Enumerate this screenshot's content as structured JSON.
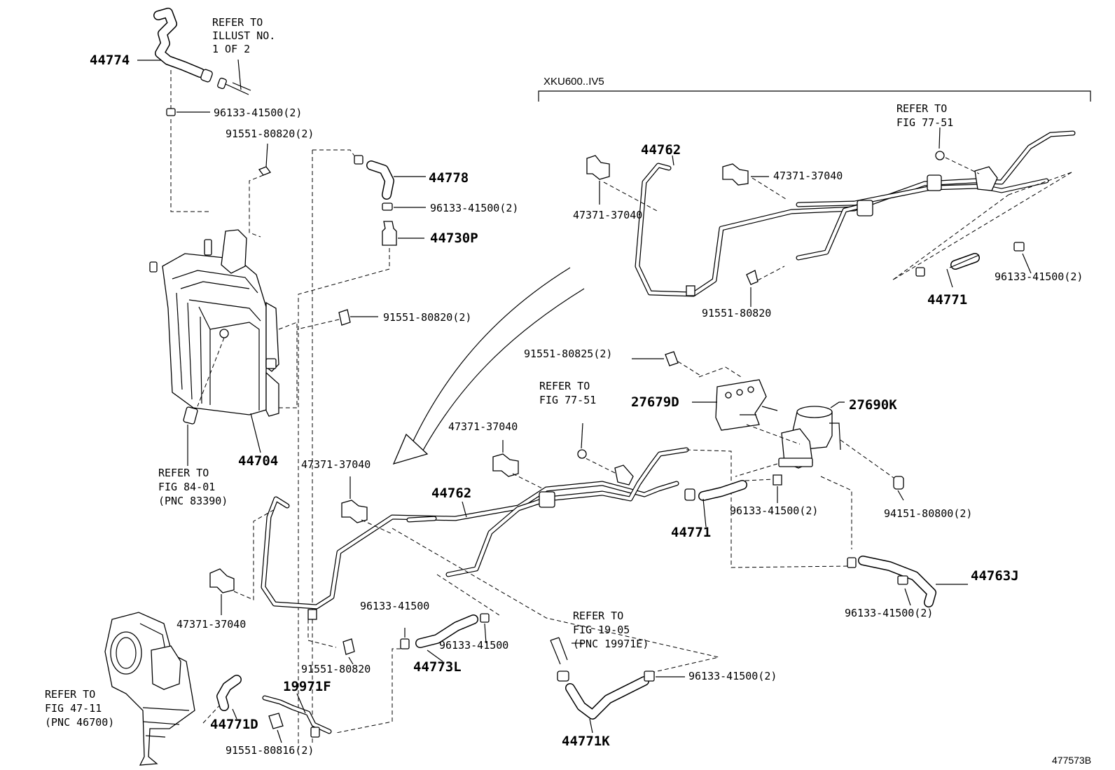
{
  "variant_header": "XKU600..IV5",
  "figure_number": "477573B",
  "part_labels": {
    "p44774": "44774",
    "p96133_41500_2_a": "96133-41500(2)",
    "p91551_80820_2_a": "91551-80820(2)",
    "p44778": "44778",
    "p96133_41500_2_b": "96133-41500(2)",
    "p44730P": "44730P",
    "p91551_80820_2_b": "91551-80820(2)",
    "p44704": "44704",
    "p44762_top": "44762",
    "p47371_37040_tl": "47371-37040",
    "p47371_37040_tr": "47371-37040",
    "p91551_80820_top": "91551-80820",
    "p44771_top": "44771",
    "p96133_41500_2_c": "96133-41500(2)",
    "p91551_80825_2": "91551-80825(2)",
    "p27679D": "27679D",
    "p27690K": "27690K",
    "p47371_37040_m1": "47371-37040",
    "p47371_37040_m2": "47371-37040",
    "p44762_mid": "44762",
    "p44771_mid": "44771",
    "p96133_41500_2_d": "96133-41500(2)",
    "p94151_80800_2": "94151-80800(2)",
    "p44763J": "44763J",
    "p96133_41500_2_e": "96133-41500(2)",
    "p47371_37040_bl": "47371-37040",
    "p96133_41500_a": "96133-41500",
    "p96133_41500_b": "96133-41500",
    "p44773L": "44773L",
    "p91551_80820_bm": "91551-80820",
    "p96133_41500_2_f": "96133-41500(2)",
    "p44771K": "44771K",
    "p19971F": "19971F",
    "p44771D": "44771D",
    "p91551_80816_2": "91551-80816(2)"
  },
  "references": {
    "illust": [
      "REFER TO",
      "ILLUST NO.",
      "1 OF 2"
    ],
    "fig77_top": [
      "REFER TO",
      "FIG 77-51"
    ],
    "fig77_mid": [
      "REFER TO",
      "FIG 77-51"
    ],
    "fig84": [
      "REFER TO",
      "FIG 84-01",
      "(PNC 83390)"
    ],
    "fig19": [
      "REFER TO",
      "FIG 19-05",
      "(PNC 19971E)"
    ],
    "fig47": [
      "REFER TO",
      "FIG 47-11",
      "(PNC 46700)"
    ]
  }
}
